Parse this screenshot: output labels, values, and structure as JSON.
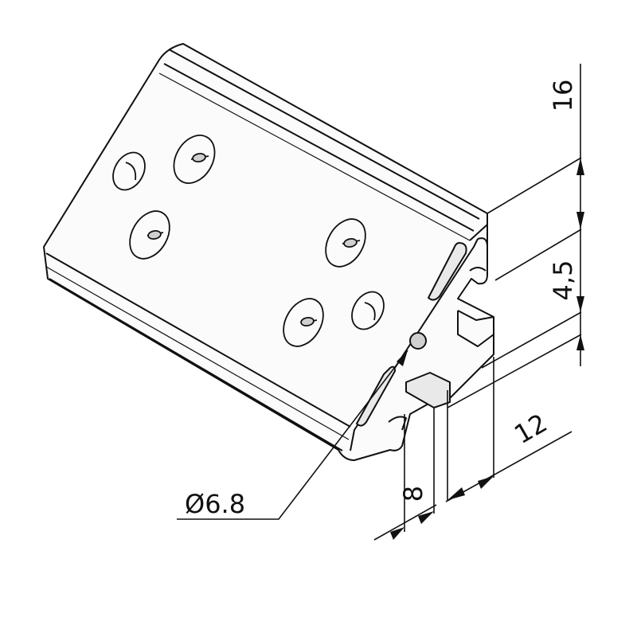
{
  "diagram": {
    "colors": {
      "line": "#111111",
      "face_light": "#fbfbfb",
      "face_shade": "#e9e9e9",
      "hole_dark": "#cfcfcf",
      "background": "#ffffff"
    },
    "dimensions": {
      "height_top": "16",
      "gap_middle": "4,5",
      "depth_right": "12",
      "slot_width": "8",
      "hole_diameter": "Ø6.8"
    }
  }
}
